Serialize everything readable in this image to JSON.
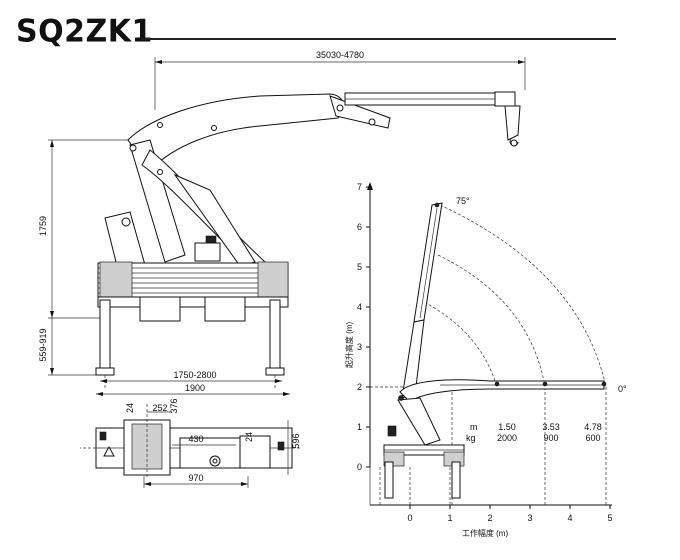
{
  "title": "SQ2ZK1",
  "side_view": {
    "dim_reach": "35030-4780",
    "dim_height": "1759",
    "dim_leg": "559-919",
    "dim_outrigger_span": "1750-2800",
    "dim_base_width": "1900"
  },
  "top_view": {
    "dim_24_top": "24",
    "dim_252": "252",
    "dim_376": "376",
    "dim_430": "430",
    "dim_24_right": "24",
    "dim_596": "596",
    "dim_970": "970"
  },
  "load_chart": {
    "y_axis_label": "起升高度 (m)",
    "x_axis_label": "工作幅度 (m)",
    "y_ticks": [
      "0",
      "1",
      "2",
      "3",
      "4",
      "5",
      "6",
      "7"
    ],
    "x_ticks": [
      "0",
      "1",
      "2",
      "3",
      "4",
      "5"
    ],
    "angle_max_label": "75°",
    "angle_min_label": "0°",
    "table": {
      "row_label_radius": "m",
      "row_label_load": "kg",
      "radius": [
        "1.50",
        "3.53",
        "4.78"
      ],
      "load": [
        "2000",
        "900",
        "600"
      ]
    }
  }
}
